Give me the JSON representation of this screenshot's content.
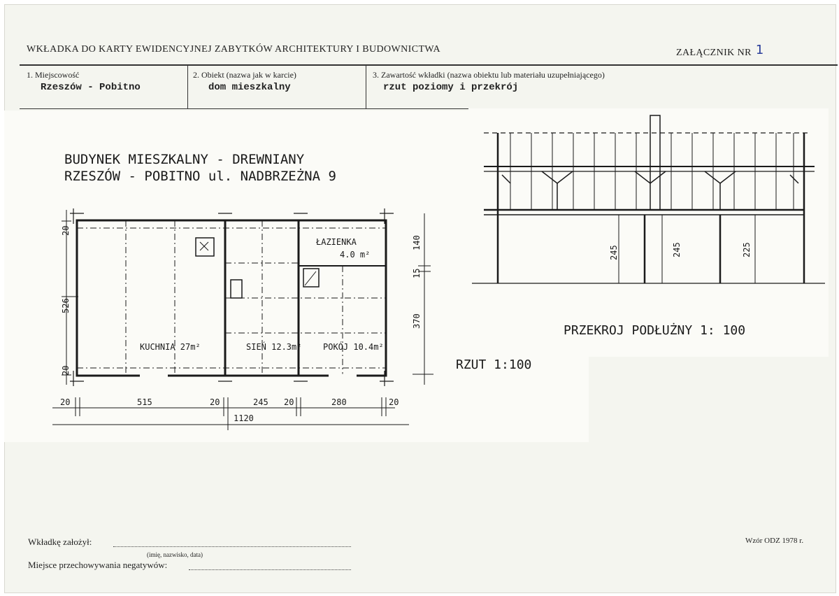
{
  "header": {
    "title": "WKŁADKA DO KARTY EWIDENCYJNEJ ZABYTKÓW ARCHITEKTURY I BUDOWNICTWA",
    "attachment_label": "ZAŁĄCZNIK NR",
    "attachment_number": "1"
  },
  "fields": {
    "f1_label": "1. Miejscowość",
    "f1_value": "Rzeszów - Pobitno",
    "f2_label": "2. Obiekt (nazwa jak w karcie)",
    "f2_value": "dom mieszkalny",
    "f3_label": "3. Zawartość wkładki (nazwa obiektu lub materiału uzupełniającego)",
    "f3_value": "rzut poziomy i przekrój"
  },
  "drawing": {
    "title_line1": "BUDYNEK MIESZKALNY - DREWNIANY",
    "title_line2": "RZESZÓW - POBITNO ul. NADBRZEŻNA 9",
    "plan_caption": "RZUT 1:100",
    "section_caption": "PRZEKROJ PODŁUŻNY 1: 100",
    "rooms": {
      "kuchnia": "KUCHNIA 27m²",
      "sien": "SIEŃ 12.3m²",
      "pokoj": "POKÓJ 10.4m²",
      "lazienka": "ŁAZIENKA",
      "lazienka_area": "4.0 m²"
    },
    "dims_bottom": [
      "20",
      "515",
      "20",
      "245",
      "20",
      "280",
      "20"
    ],
    "dims_total": "1120",
    "dims_left": [
      "20",
      "526",
      "20"
    ],
    "dims_right": [
      "140",
      "15",
      "370"
    ],
    "section_heights": [
      "245",
      "245",
      "225"
    ]
  },
  "footer": {
    "founder_label": "Wkładkę założył:",
    "founder_hint": "(imię, nazwisko, data)",
    "storage_label": "Miejsce przechowywania negatywów:",
    "form_code": "Wzór ODZ 1978 r."
  }
}
